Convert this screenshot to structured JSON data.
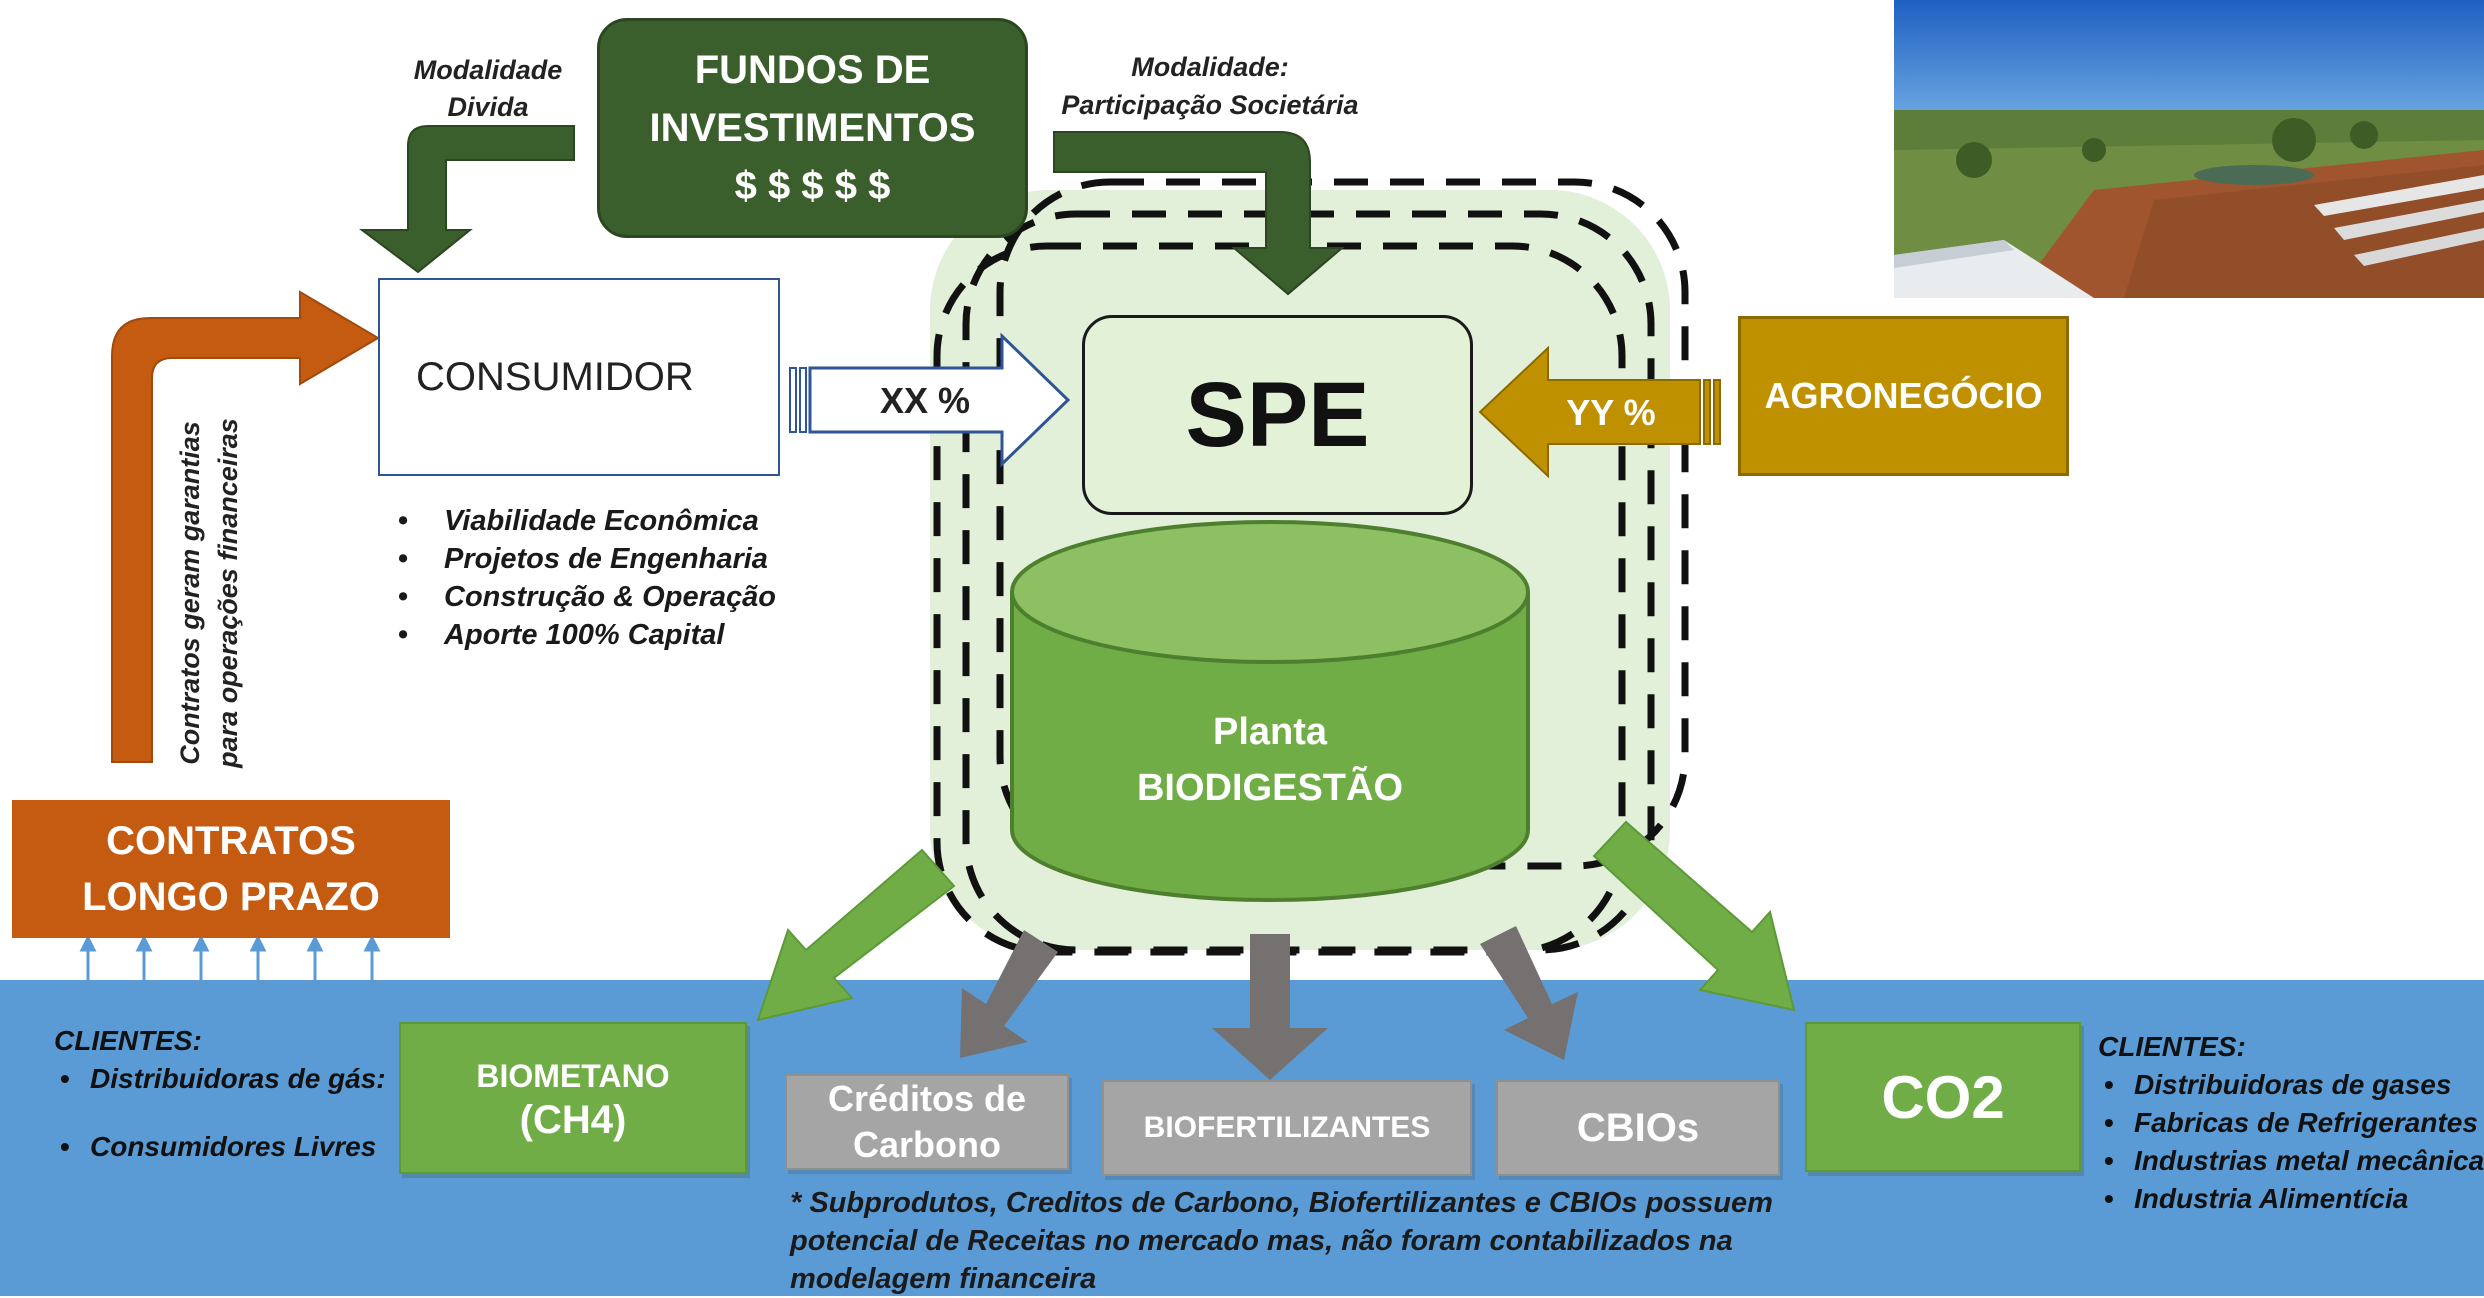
{
  "funds": {
    "line1": "FUNDOS DE",
    "line2": "INVESTIMENTOS",
    "line3": "$ $ $ $ $"
  },
  "debt_modality": {
    "line1": "Modalidade",
    "line2": "Divida"
  },
  "equity_modality": {
    "line1": "Modalidade:",
    "line2": "Participação Societária"
  },
  "consumer": {
    "label": "CONSUMIDOR"
  },
  "consumer_share": "XX %",
  "spe": "SPE",
  "agro_share": "YY %",
  "agro": "AGRONEGÓCIO",
  "consumer_benefits": [
    "Viabilidade Econômica",
    "Projetos de Engenharia",
    "Construção & Operação",
    "Aporte 100% Capital"
  ],
  "guarantees_text": {
    "line1": "Contratos geram garantias",
    "line2": "para operações financeiras"
  },
  "long_term_contracts": {
    "line1": "CONTRATOS",
    "line2": "LONGO PRAZO"
  },
  "plant": {
    "line1": "Planta",
    "line2": "BIODIGESTÃO"
  },
  "left_clients": {
    "title": "CLIENTES:",
    "items": [
      "Distribuidoras de gás:",
      "Consumidores Livres"
    ]
  },
  "products": {
    "biomethane": {
      "line1": "BIOMETANO",
      "line2": "(CH4)"
    },
    "carbon_credits": {
      "line1": "Créditos de",
      "line2": "Carbono"
    },
    "biofertilizers": "BIOFERTILIZANTES",
    "cbios": "CBIOs",
    "co2": "CO2"
  },
  "right_clients": {
    "title": "CLIENTES:",
    "items": [
      "Distribuidoras de gases",
      "Fabricas de Refrigerantes",
      "Industrias metal mecânica",
      "Industria Alimentícia"
    ]
  },
  "footnote": {
    "line1": "* Subprodutos, Creditos de Carbono, Biofertilizantes e CBIOs possuem",
    "line2": "potencial de Receitas no mercado mas, não foram contabilizados na",
    "line3": "modelagem financeira"
  },
  "colors": {
    "dark_green": "#3a5f2c",
    "green": "#70ad47",
    "light_green": "#e3f1d6",
    "orange": "#c55a11",
    "gold": "#bf9000",
    "grey": "#a5a5a5",
    "blue": "#5b9bd5"
  },
  "photo": {
    "subject": "aerial view of farm with livestock barns"
  }
}
